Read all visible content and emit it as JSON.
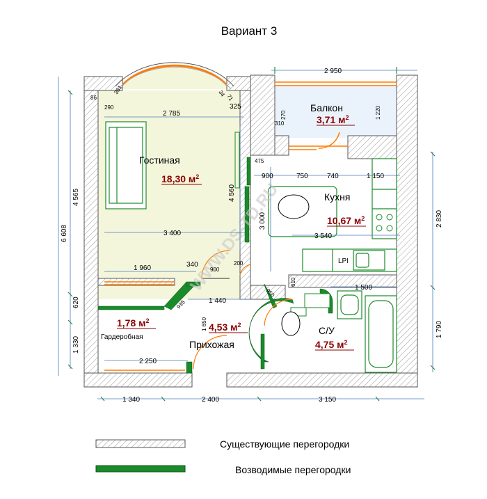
{
  "title": "Вариант 3",
  "rooms": {
    "living": {
      "name": "Гостиная",
      "area": "18,30 м"
    },
    "balcony": {
      "name": "Балкон",
      "area": "3,71 м"
    },
    "kitchen": {
      "name": "Кухня",
      "area": "10,67 м"
    },
    "wardrobe": {
      "name": "Гардеробная",
      "area": "1,78 м"
    },
    "hall": {
      "name": "Прихожая",
      "area": "4,53 м"
    },
    "bath": {
      "name": "С/У",
      "area": "4,75 м"
    }
  },
  "area_sup": "2",
  "dims": {
    "d2950": "2 950",
    "d2785": "2 785",
    "d325": "325",
    "d3400": "3 400",
    "d1960": "1 960",
    "d340": "340",
    "d900": "900",
    "d200": "200",
    "d1440": "1 440",
    "d2250": "2 250",
    "d1340": "1 340",
    "d2400": "2 400",
    "d3150": "3 150",
    "d900b": "900",
    "d750": "750",
    "d740": "740",
    "d1150": "1 150",
    "d3540": "3 540",
    "d1500": "1 500",
    "d475": "475",
    "d290": "290",
    "d86": "86",
    "d381": "381",
    "d34": "34",
    "d71": "71",
    "d270": "270",
    "d310": "310",
    "d1220": "1 220",
    "d4565": "4 565",
    "d6608": "6 608",
    "d620": "620",
    "d1330": "1 330",
    "d4560": "4 560",
    "d3000": "3 000",
    "d2830": "2 830",
    "d1790": "1 790",
    "d1650": "1 650",
    "d935": "935",
    "d950": "950",
    "d610": "610"
  },
  "kitchen_label": "LPI",
  "watermark": "WWW.DS-TD.RU",
  "legend": {
    "existing": "Существующие перегородки",
    "new": "Возводимые перегородки"
  },
  "colors": {
    "wall_hatch": "#9a9a9a",
    "new_partition": "#1a8a2a",
    "living_fill": "#f4f6dc",
    "room_fill": "#ffffff",
    "balcony_fill": "#eaf3fb",
    "dim_line": "#4a7ab8",
    "area_text": "#8b0000",
    "door": "#ff7a00"
  }
}
